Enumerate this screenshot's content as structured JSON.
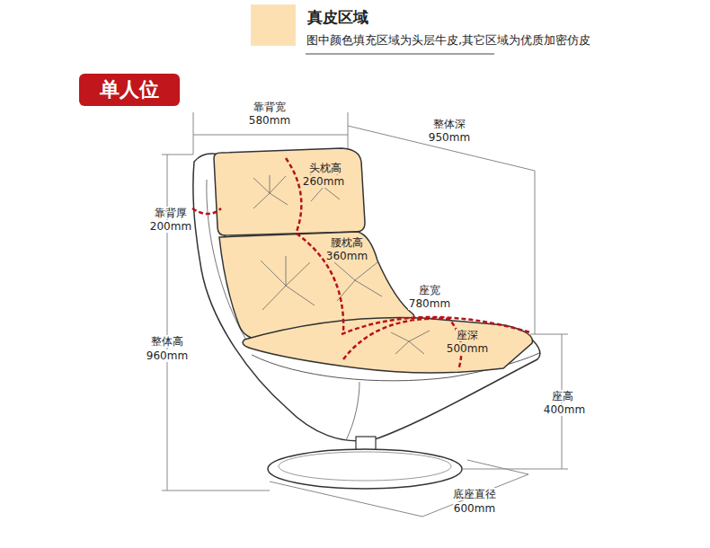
{
  "diagram": {
    "nodes": [
      {
        "text": [
          "单人位"
        ]
      }
    ],
    "labels": [
      "图中颜色填充区域为头层牛皮,其它区域为优质加密仿皮",
      "靠背宽",
      "580mm",
      "整体深",
      "950mm",
      "头枕高",
      "260mm",
      "靠背厚",
      "200mm",
      "腰枕高",
      "360mm",
      "座宽",
      "780mm",
      "座深",
      "500mm",
      "整体高",
      "960mm",
      "座高",
      "400mm",
      "底座直径",
      "600mm"
    ],
    "legend": [
      {
        "text": "真皮区域",
        "color": "#fde0b2"
      }
    ]
  }
}
